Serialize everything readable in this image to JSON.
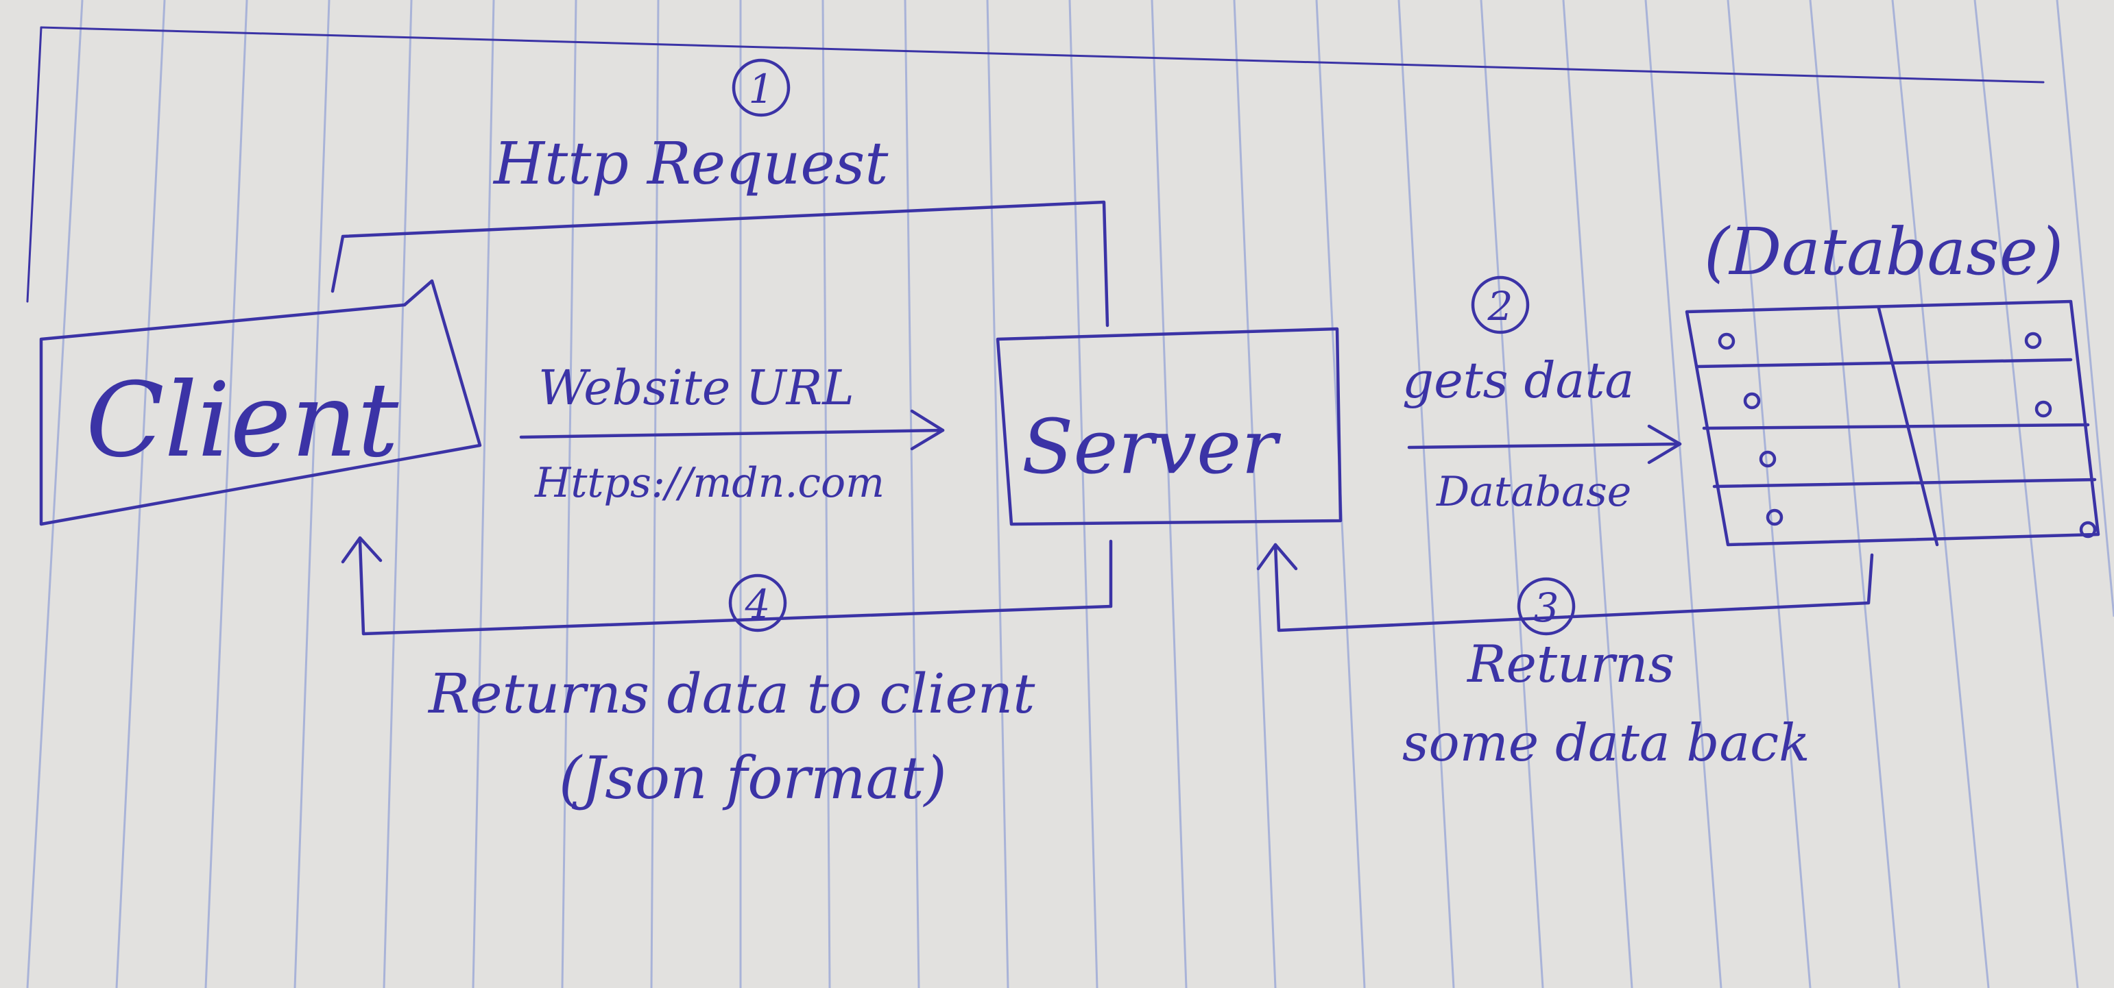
{
  "colors": {
    "ink": "#3b33a6",
    "paper": "#e4e3e1",
    "rule": "#a9b3d8"
  },
  "nodes": {
    "client": "Client",
    "server": "Server",
    "database_caption": "(Database)"
  },
  "steps": [
    {
      "number": "1",
      "label": "Http Request"
    },
    {
      "number": "2",
      "label": "gets data"
    },
    {
      "number": "3",
      "label": "Returns",
      "label_line2": "some data back"
    },
    {
      "number": "4",
      "label": "Returns data to client",
      "label_line2": "(Json format)"
    }
  ],
  "arrow_labels": {
    "client_server_top": "Website URL",
    "client_server_bottom": "Https://mdn.com",
    "server_db_bottom": "Database"
  }
}
